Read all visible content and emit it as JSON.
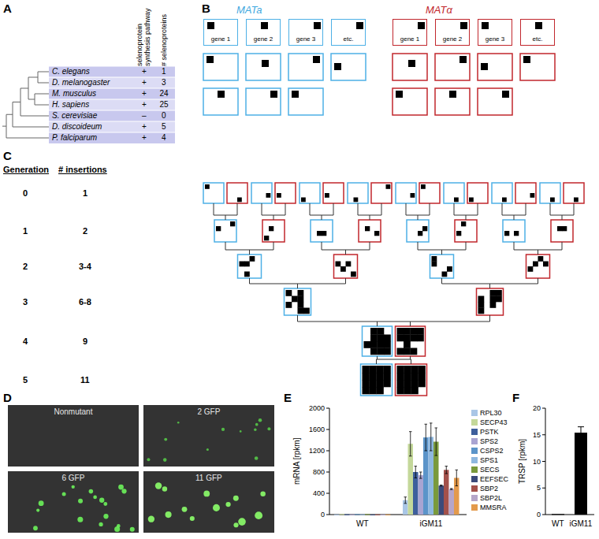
{
  "diagram": {
    "nodes": [
      {
        "text": [
          "gene 1"
        ]
      },
      {
        "text": [
          "gene 2"
        ]
      },
      {
        "text": [
          "gene 3"
        ]
      },
      {
        "text": [
          "etc."
        ]
      },
      {
        "text": [
          "gene 1"
        ]
      },
      {
        "text": [
          "gene 2"
        ]
      },
      {
        "text": [
          "gene 3"
        ]
      },
      {
        "text": [
          "etc."
        ]
      }
    ],
    "labels": [
      "A",
      "selenoprotein synthesis pathway",
      "# selenoproteins",
      "C. elegans",
      "+",
      "1",
      "D. melanogaster",
      "+",
      "3",
      "M. musculus",
      "+",
      "24",
      "H. sapiens",
      "+",
      "25",
      "S. cerevisiae",
      "–",
      "0",
      "D. discoideum",
      "+",
      "5",
      "P. falciparum",
      "+",
      "4",
      "B",
      "MATa",
      "MATα",
      "C",
      "Generation",
      "# insertions",
      "0",
      "1",
      "1",
      "2",
      "2",
      "3-4",
      "3",
      "6-8",
      "4",
      "9",
      "5",
      "11",
      "D",
      "Nonmutant",
      "2 GFP",
      "6 GFP",
      "11 GFP",
      "E",
      "mRNA [rpkm]",
      "2000",
      "1600",
      "1200",
      "800",
      "400",
      "0",
      "WT",
      "iGM11",
      "F",
      "TRSP [rpkm]",
      "20",
      "15",
      "10",
      "5",
      "0",
      "WT",
      "iGM11"
    ],
    "legend": [
      {
        "text": "RPL30",
        "color": "#a9c6e6"
      },
      {
        "text": "SECP43",
        "color": "#c4d89a"
      },
      {
        "text": "PSTK",
        "color": "#3e5f9c"
      },
      {
        "text": "SPS2",
        "color": "#a9a4d2"
      },
      {
        "text": "CSPS2",
        "color": "#5b94c9"
      },
      {
        "text": "SPS1",
        "color": "#8fb8df"
      },
      {
        "text": "SECS",
        "color": "#7a9a3c"
      },
      {
        "text": "EEFSEC",
        "color": "#3b4a7a"
      },
      {
        "text": "SBP2",
        "color": "#a3514b"
      },
      {
        "text": "SBP2L",
        "color": "#b5a6c9"
      },
      {
        "text": "MMSRA",
        "color": "#e39a4c"
      }
    ]
  }
}
